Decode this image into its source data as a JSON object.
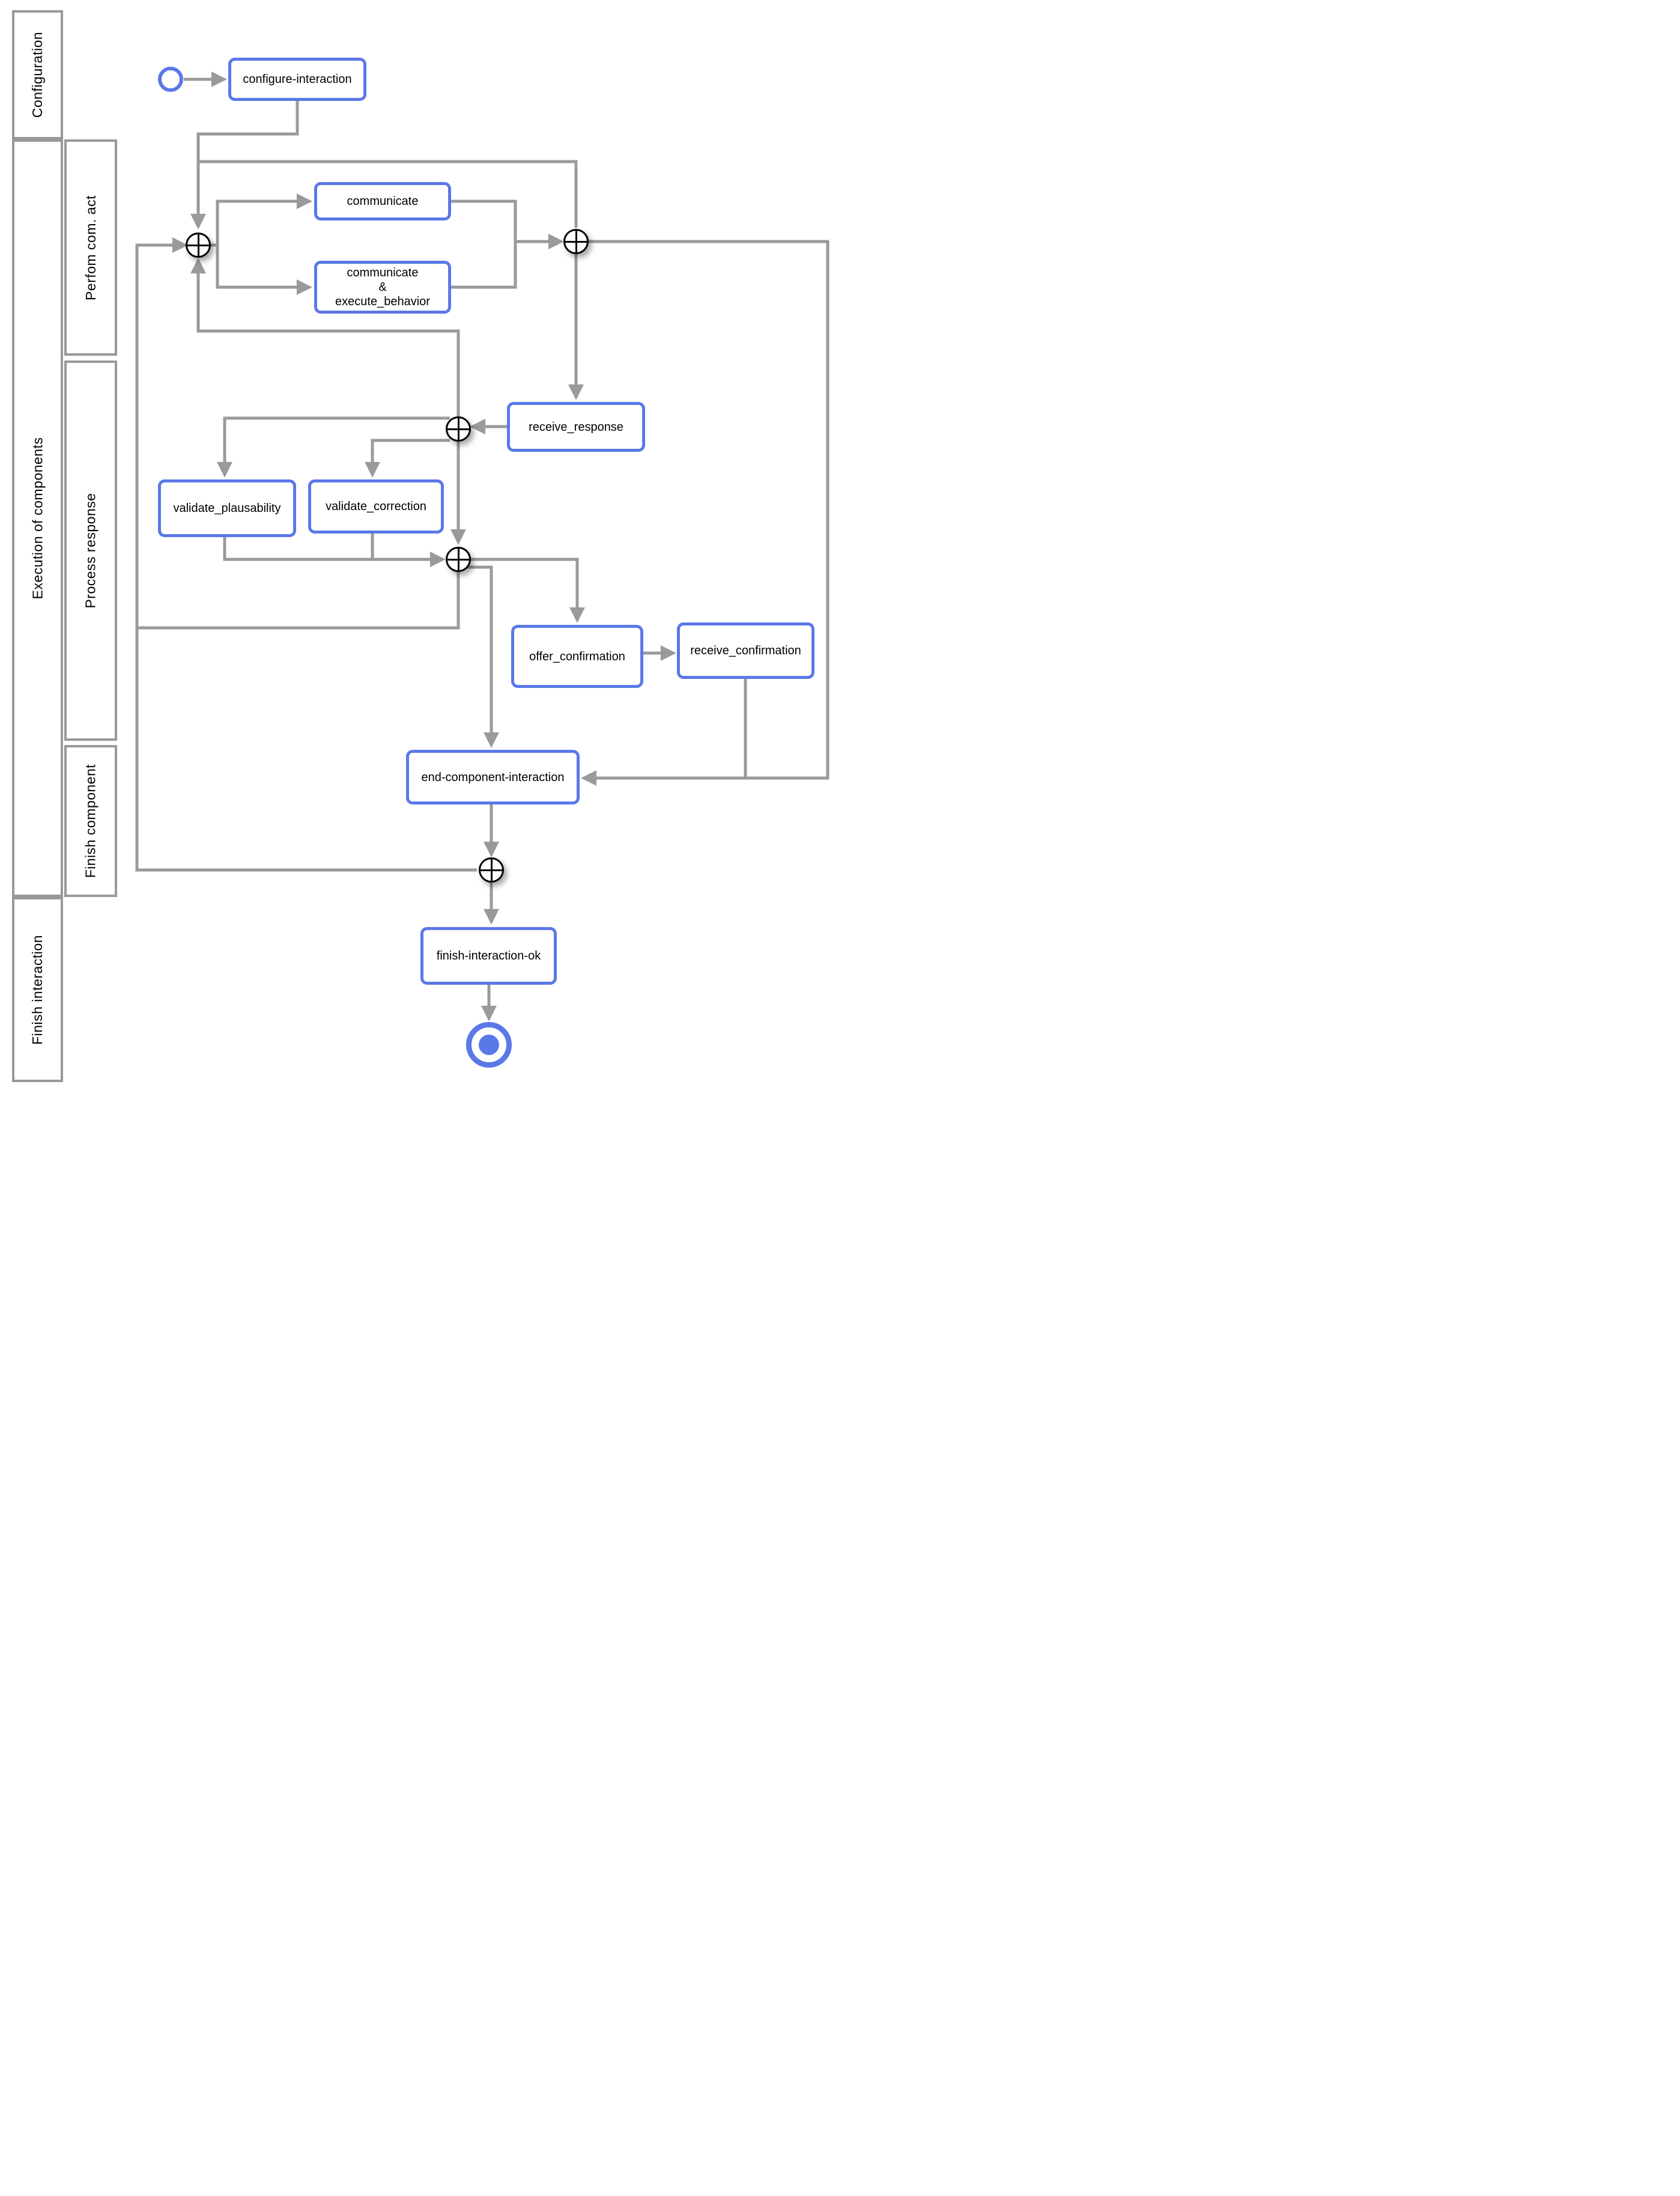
{
  "diagram": {
    "type": "workflow-activity-diagram",
    "colors": {
      "task_border": "#5b78e8",
      "event_blue": "#5b78e8",
      "edge_gray": "#9a9a9a",
      "lane_border": "#999999",
      "gateway_stroke": "#000000",
      "text": "#000000",
      "background": "#ffffff"
    }
  },
  "lanes": {
    "configuration": {
      "label": "Configuration"
    },
    "execution": {
      "label": "Execution of components"
    },
    "finish_interaction": {
      "label": "Finish interaction"
    },
    "sublanes": {
      "perform_com_act": {
        "label": "Perfom com. act"
      },
      "process_response": {
        "label": "Process response"
      },
      "finish_component": {
        "label": "Finish component"
      }
    }
  },
  "nodes": {
    "start_event": {
      "type": "start-event"
    },
    "configure_interaction": {
      "type": "task",
      "label": "configure-interaction"
    },
    "communicate": {
      "type": "task",
      "label": "communicate"
    },
    "communicate_execute_behavior": {
      "type": "task",
      "label": "communicate\n&\nexecute_behavior"
    },
    "receive_response": {
      "type": "task",
      "label": "receive_response"
    },
    "validate_plausability": {
      "type": "task",
      "label": "validate_plausability"
    },
    "validate_correction": {
      "type": "task",
      "label": "validate_correction"
    },
    "offer_confirmation": {
      "type": "task",
      "label": "offer_confirmation"
    },
    "receive_confirmation": {
      "type": "task",
      "label": "receive_confirmation"
    },
    "end_component_interaction": {
      "type": "task",
      "label": "end-component-interaction"
    },
    "finish_interaction_ok": {
      "type": "task",
      "label": "finish-interaction-ok"
    },
    "gateway_perform": {
      "type": "xor-gateway"
    },
    "gateway_communicate_join": {
      "type": "xor-gateway"
    },
    "gateway_response": {
      "type": "xor-gateway"
    },
    "gateway_validate_join": {
      "type": "xor-gateway"
    },
    "gateway_finish": {
      "type": "xor-gateway"
    },
    "end_event": {
      "type": "end-event"
    }
  }
}
